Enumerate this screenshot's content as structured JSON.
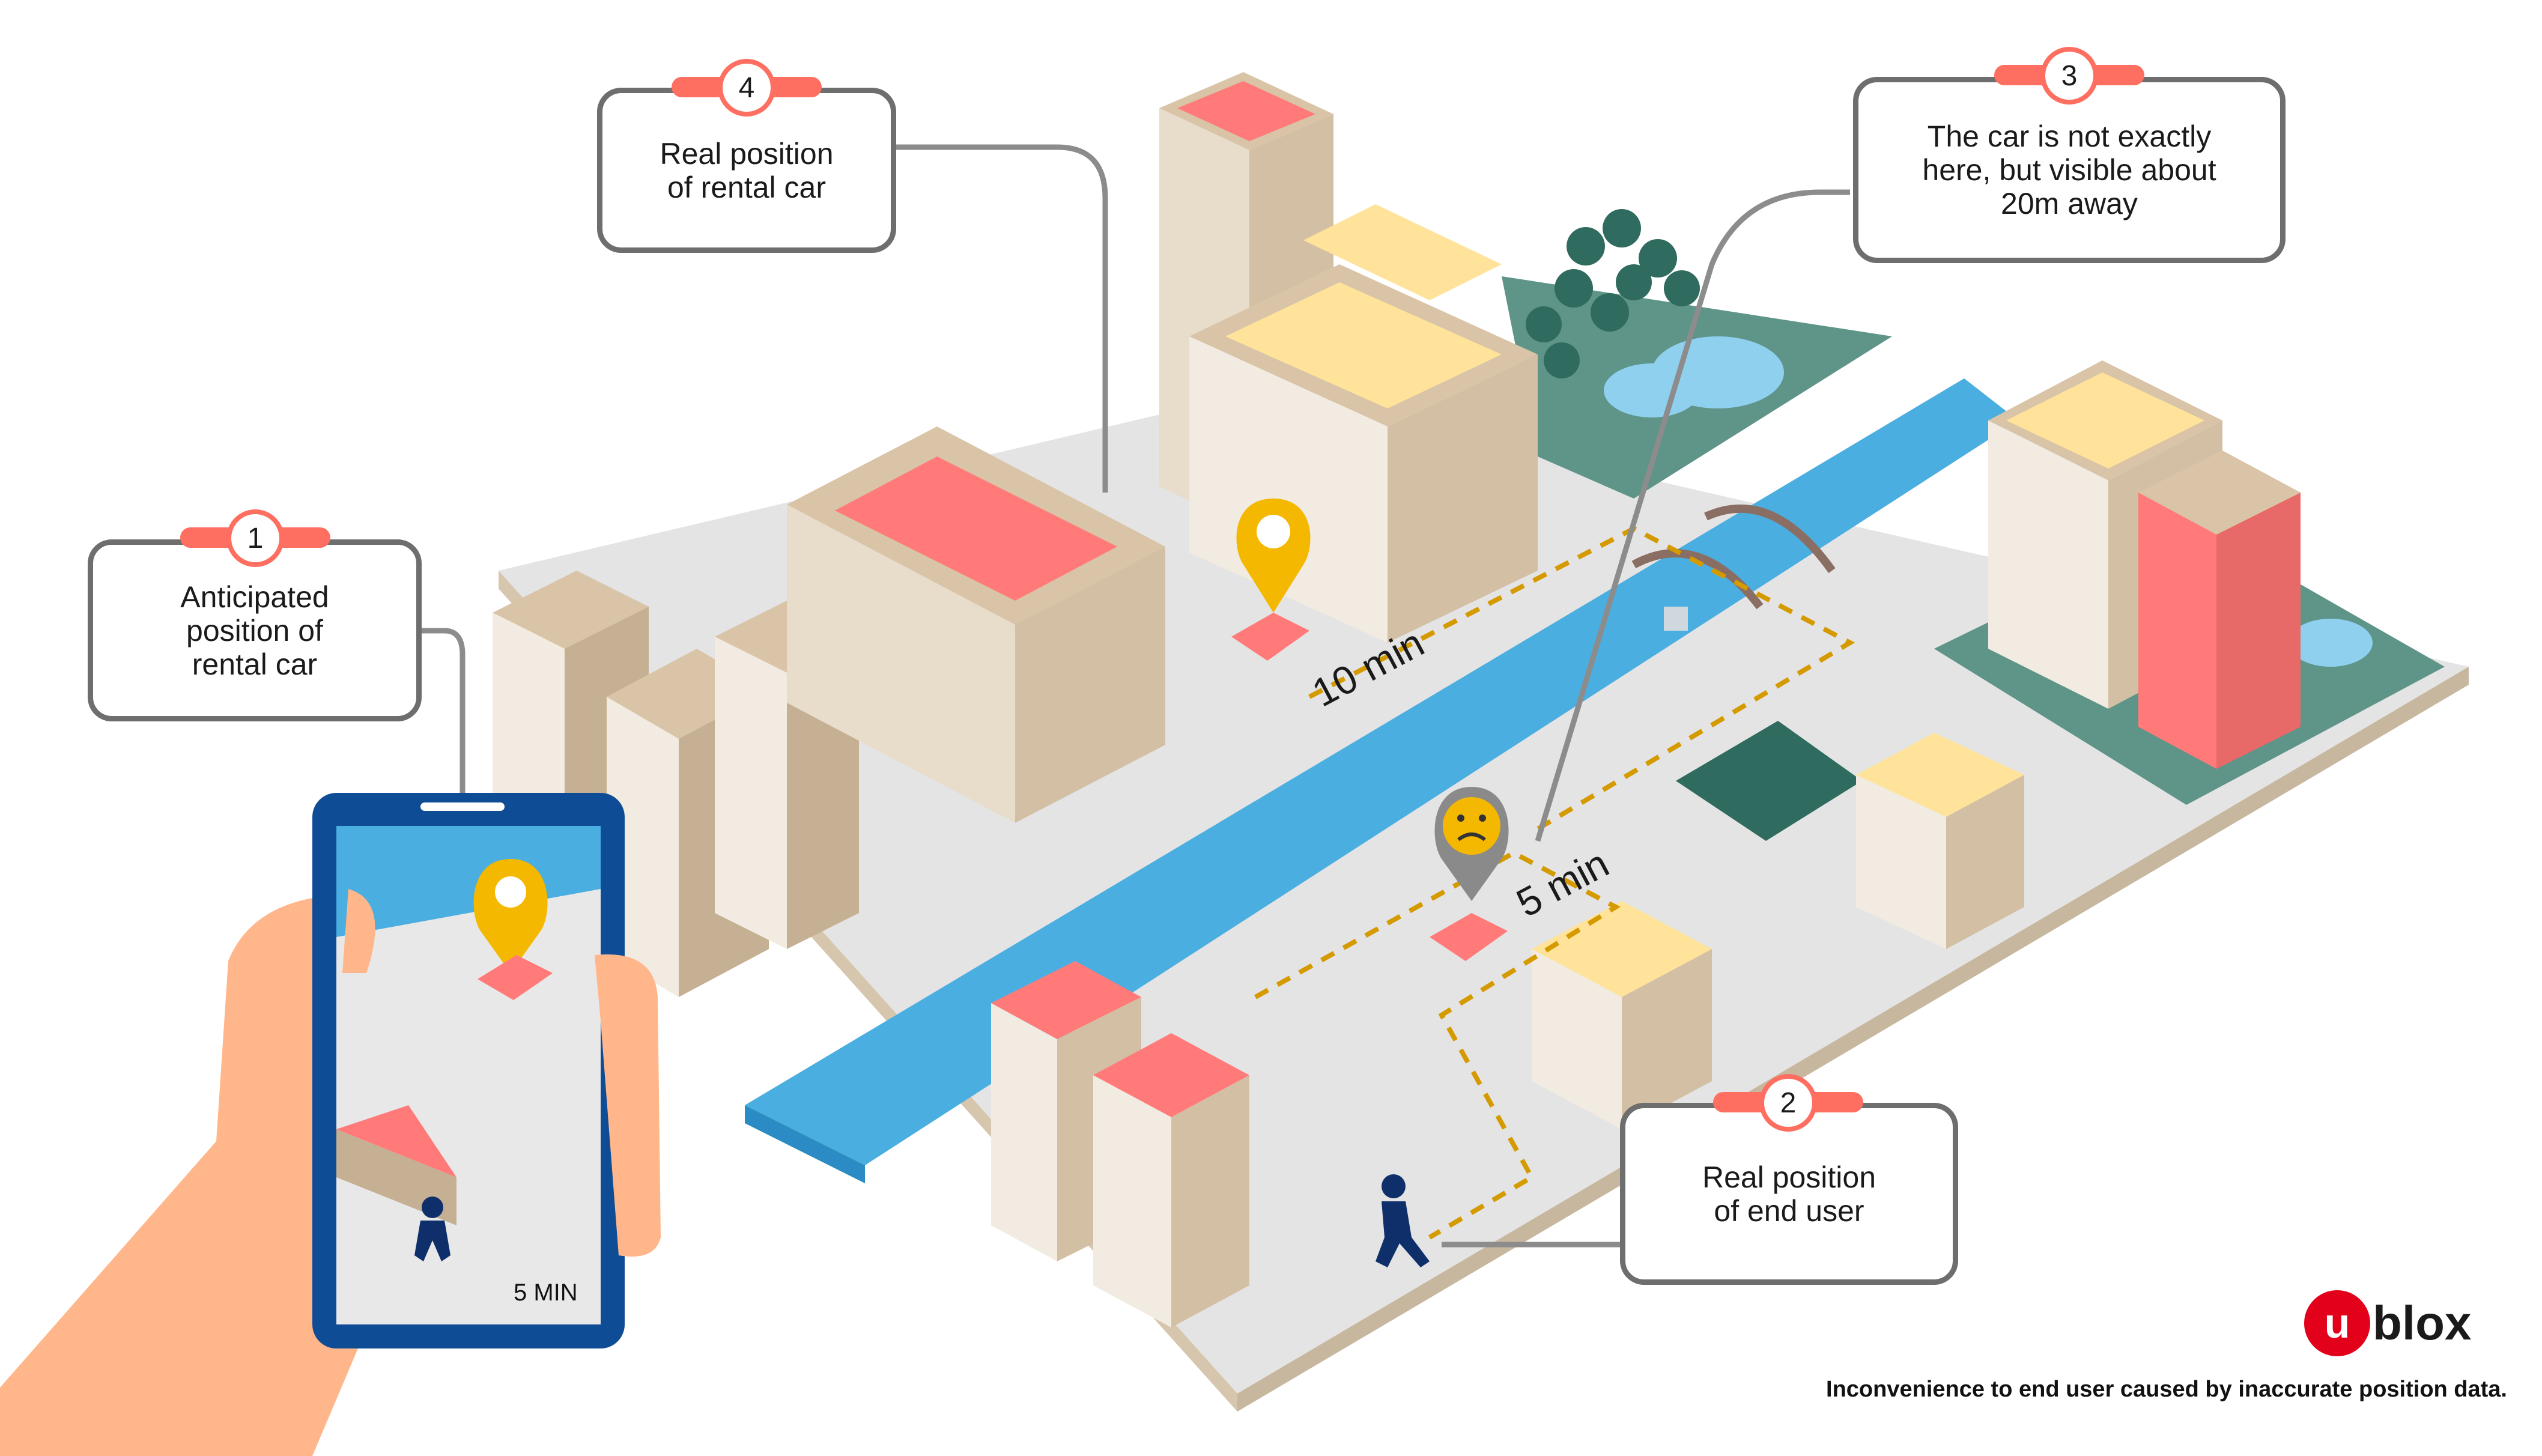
{
  "callouts": {
    "c1": {
      "number": "1",
      "text": "Anticipated\nposition of\nrental car"
    },
    "c2": {
      "number": "2",
      "text": "Real position\nof end user"
    },
    "c3": {
      "number": "3",
      "text": "The car is not exactly\nhere, but visible about\n20m away"
    },
    "c4": {
      "number": "4",
      "text": "Real position\nof rental car"
    }
  },
  "map_labels": {
    "ten_min": "10 min",
    "five_min": "5 min"
  },
  "phone": {
    "time_label": "5 MIN"
  },
  "brand": {
    "logo_mark": "u",
    "logo_text": "blox"
  },
  "caption": "Inconvenience to end user caused by inaccurate position data.",
  "colors": {
    "accent": "#ff6f61",
    "river": "#4aaee0",
    "park": "#5f9488",
    "building": "#d9c4a8",
    "roof_red": "#ff7a78",
    "roof_yellow": "#ffe39a",
    "pin_yellow": "#f5b800",
    "pin_gray": "#8a8a8a",
    "phone_frame": "#0f4c96",
    "hand": "#ffb68a"
  },
  "icons": [
    "location-pin-icon",
    "car-icon",
    "walking-person-icon",
    "sad-face-icon",
    "tree-icon",
    "bridge-icon"
  ]
}
